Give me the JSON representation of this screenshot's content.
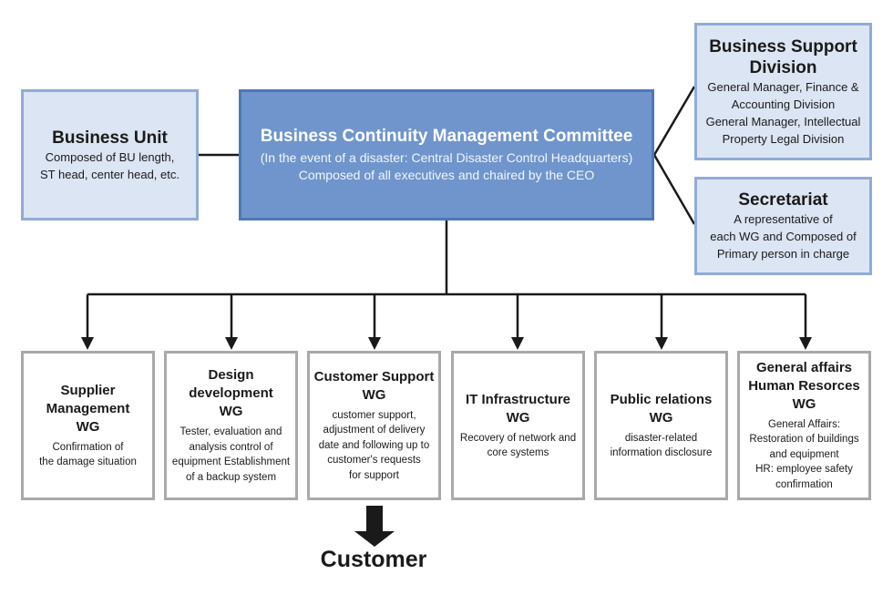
{
  "committee": {
    "title": "Business Continuity Management Committee",
    "line1": "(In the event of a disaster: Central Disaster Control Headquarters)",
    "line2": "Composed of all executives and chaired by the CEO"
  },
  "business_unit": {
    "title": "Business Unit",
    "desc": "Composed of BU length,\nST head, center head, etc."
  },
  "support_division": {
    "title": "Business Support\nDivision",
    "desc": "General Manager, Finance &\nAccounting Division\nGeneral Manager, Intellectual\nProperty Legal Division"
  },
  "secretariat": {
    "title": "Secretariat",
    "desc": "A representative of\neach WG and Composed of\nPrimary person in charge"
  },
  "working_groups": [
    {
      "title": "Supplier\nManagement\nWG",
      "desc": "Confirmation of\nthe damage situation"
    },
    {
      "title": "Design\ndevelopment\nWG",
      "desc": "Tester, evaluation and\nanalysis control of\nequipment Establishment\nof a backup system"
    },
    {
      "title": "Customer Support\nWG",
      "desc": "customer support,\nadjustment of delivery\ndate and following up to\ncustomer's requests\nfor support"
    },
    {
      "title": "IT Infrastructure\nWG",
      "desc": "Recovery of network and\ncore systems"
    },
    {
      "title": "Public relations\nWG",
      "desc": "disaster-related\ninformation disclosure"
    },
    {
      "title": "General affairs\nHuman Resorces\nWG",
      "desc": "General Affairs:\nRestoration of buildings\nand equipment\nHR: employee safety\nconfirmation"
    }
  ],
  "customer": {
    "label": "Customer"
  }
}
